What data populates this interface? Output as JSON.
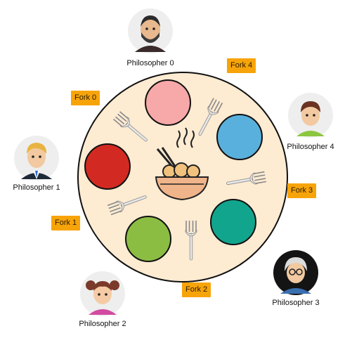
{
  "philosophers": [
    {
      "name": "Philosopher 0"
    },
    {
      "name": "Philosopher 1"
    },
    {
      "name": "Philosopher 2"
    },
    {
      "name": "Philosopher 3"
    },
    {
      "name": "Philosopher 4"
    }
  ],
  "forks": [
    {
      "label": "Fork 0"
    },
    {
      "label": "Fork 1"
    },
    {
      "label": "Fork 2"
    },
    {
      "label": "Fork 3"
    },
    {
      "label": "Fork 4"
    }
  ],
  "colors": {
    "table": "#fdebd2",
    "fork_label_bg": "#f7a40a",
    "plate_0": "#f7a8a8",
    "plate_1": "#d22a22",
    "plate_2": "#8bbd43",
    "plate_3": "#12a58e",
    "plate_4": "#5ab0dc"
  }
}
